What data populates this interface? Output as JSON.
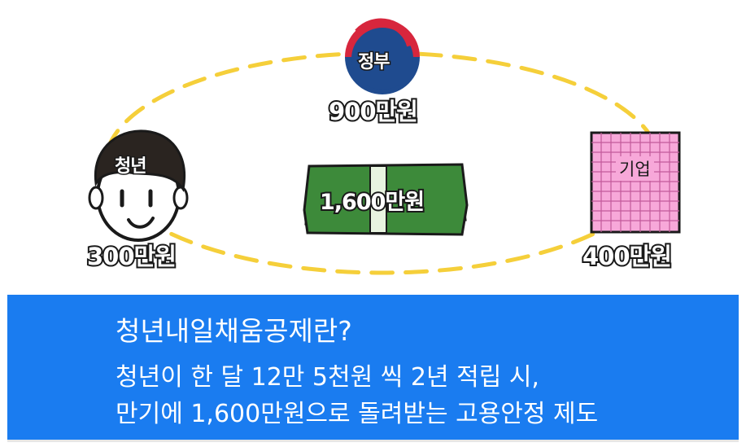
{
  "government": {
    "label": "정부",
    "amount": "900만원"
  },
  "youth": {
    "label": "청년",
    "amount": "300만원"
  },
  "company": {
    "label": "기업",
    "amount": "400만원"
  },
  "total": {
    "amount": "1,600만원"
  },
  "banner": {
    "title": "청년내일채움공제란?",
    "line1": "청년이 한 달 12만 5천원 씩 2년 적립 시,",
    "line2": "만기에 1,600만원으로 돌려받는 고용안정 제도"
  },
  "colors": {
    "banner_bg": "#1a7cf0",
    "dash_yellow": "#f5cf3a",
    "money_green": "#3d8a3a",
    "company_pink": "#f7a8d9",
    "gov_red": "#d7263d",
    "gov_blue": "#1f4b8f",
    "hair": "#2a2420"
  }
}
